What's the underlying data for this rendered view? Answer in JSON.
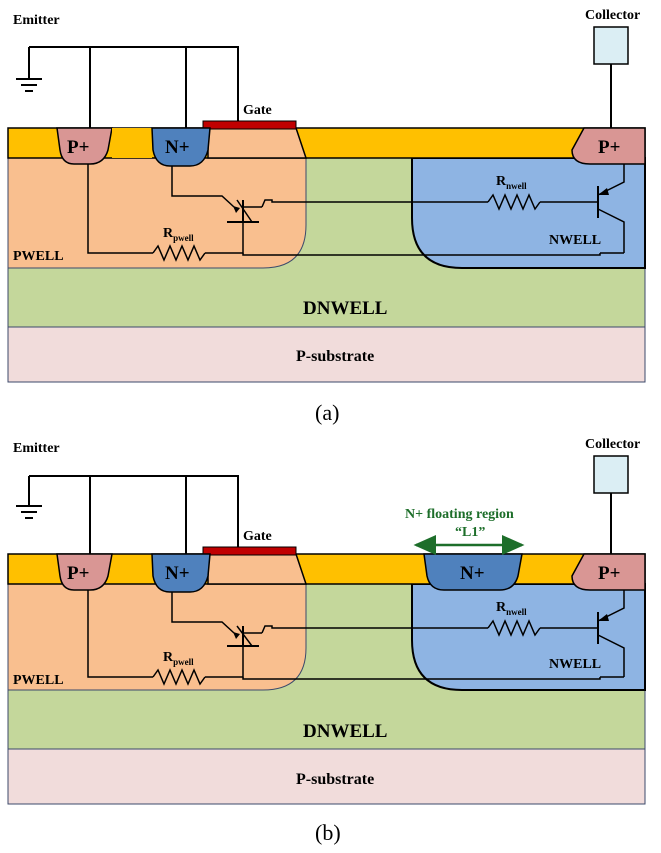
{
  "colors": {
    "psub": "#f1dcdb",
    "dnwell": "#c4d79b",
    "pwell": "#f9bf8f",
    "nwell": "#8eb4e3",
    "nplus": "#4f81bd",
    "pplus": "#d99694",
    "oxide": "#ffc000",
    "gate": "#c00000",
    "collector_box": "#dbeef4",
    "arrow_green": "#1d6e2a"
  },
  "icons": [
    "ground-icon",
    "npn-transistor-icon",
    "pnp-transistor-icon",
    "resistor-icon"
  ],
  "diagrams": [
    {
      "caption": "(a)",
      "emitter": "Emitter",
      "collector": "Collector",
      "gate": "Gate",
      "pplus_left": "P+",
      "nplus": "N+",
      "pplus_right": "P+",
      "pwell": "PWELL",
      "nwell": "NWELL",
      "dnwell": "DNWELL",
      "psub": "P-substrate",
      "r_pwell": {
        "main": "R",
        "sub": "pwell"
      },
      "r_nwell": {
        "main": "R",
        "sub": "nwell"
      }
    },
    {
      "caption": "(b)",
      "emitter": "Emitter",
      "collector": "Collector",
      "gate": "Gate",
      "pplus_left": "P+",
      "nplus": "N+",
      "nplus_floating": "N+",
      "pplus_right": "P+",
      "pwell": "PWELL",
      "nwell": "NWELL",
      "dnwell": "DNWELL",
      "psub": "P-substrate",
      "r_pwell": {
        "main": "R",
        "sub": "pwell"
      },
      "r_nwell": {
        "main": "R",
        "sub": "nwell"
      },
      "floating_label_line1": "N+ floating region",
      "floating_label_line2": "“L1”"
    }
  ]
}
